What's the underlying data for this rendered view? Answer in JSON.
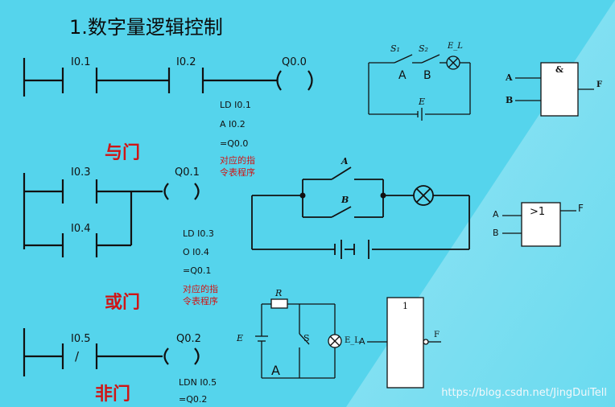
{
  "title": "1.数字量逻辑控制",
  "rung_and": {
    "contact1": "I0.1",
    "contact2": "I0.2",
    "coil": "Q0.0",
    "code": [
      "LD  I0.1",
      "A     I0.2",
      "=Q0.0"
    ],
    "note": [
      "对应的指",
      "令表程序"
    ],
    "gate_name": "与门"
  },
  "rung_or": {
    "contact1": "I0.3",
    "contact2": "I0.4",
    "coil": "Q0.1",
    "code": [
      "LD  I0.3",
      "O     I0.4",
      "=Q0.1"
    ],
    "note": [
      "对应的指",
      "令表程序"
    ],
    "gate_name": "或门"
  },
  "rung_not": {
    "contact1": "I0.5",
    "slash": "/",
    "coil": "Q0.2",
    "code": [
      "LDN  I0.5",
      "=Q0.2"
    ],
    "gate_name": "非门"
  },
  "circuit_and": {
    "s1": "S₁",
    "s2": "S₂",
    "lamp": "E_L",
    "battery": "E",
    "a": "A",
    "b": "B"
  },
  "gate_and": {
    "in_a": "A",
    "in_b": "B",
    "symbol": "&",
    "out": "F"
  },
  "circuit_or": {
    "switch_a": "A",
    "switch_b": "B"
  },
  "gate_or": {
    "in_a": "A",
    "in_b": "B",
    "symbol": ">1",
    "out": "F"
  },
  "circuit_not": {
    "resistor": "R",
    "battery": "E",
    "switch": "S",
    "lamp": "E_L",
    "label_a": "A"
  },
  "gate_not": {
    "in_a": "A",
    "symbol": "1",
    "out": "F"
  },
  "watermark": "https://blog.csdn.net/JingDuiTell"
}
